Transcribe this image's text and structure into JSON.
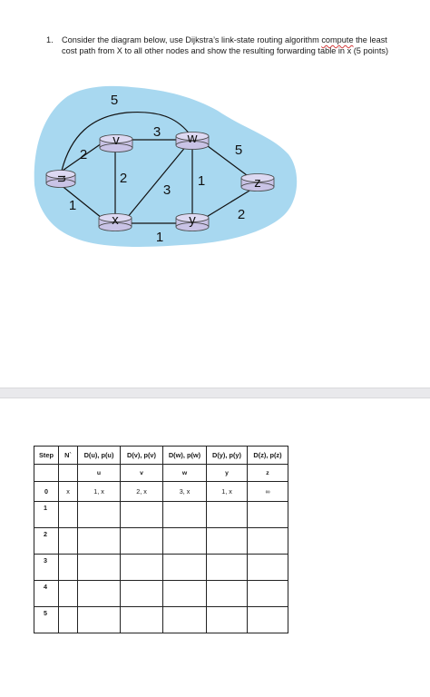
{
  "question": {
    "number": "1.",
    "line1_before": "Consider the diagram below, use Dijkstra’s link-state routing algorithm ",
    "line1_flag": "compute",
    "line1_after": " the least",
    "line2": "cost path from X to all other nodes and show the resulting forwarding table in x (5 points)"
  },
  "diagram": {
    "cloud_color": "#a8d8f0",
    "router_color": "#c9c3e6",
    "nodes": [
      {
        "id": "u",
        "label": "u"
      },
      {
        "id": "v",
        "label": "v"
      },
      {
        "id": "w",
        "label": "w"
      },
      {
        "id": "x",
        "label": "x"
      },
      {
        "id": "y",
        "label": "y"
      },
      {
        "id": "z",
        "label": "z"
      }
    ],
    "links": [
      {
        "from": "u",
        "to": "w",
        "cost": "5"
      },
      {
        "from": "u",
        "to": "v",
        "cost": "2"
      },
      {
        "from": "u",
        "to": "x",
        "cost": "1"
      },
      {
        "from": "v",
        "to": "w",
        "cost": "3"
      },
      {
        "from": "v",
        "to": "x",
        "cost": "2"
      },
      {
        "from": "w",
        "to": "x",
        "cost": "3"
      },
      {
        "from": "w",
        "to": "y",
        "cost": "1"
      },
      {
        "from": "w",
        "to": "z",
        "cost": "5"
      },
      {
        "from": "x",
        "to": "y",
        "cost": "1"
      },
      {
        "from": "y",
        "to": "z",
        "cost": "2"
      }
    ]
  },
  "table": {
    "headers": [
      "Step",
      "N`",
      "D(u), p(u)",
      "D(v), p(v)",
      "D(w), p(w)",
      "D(y), p(y)",
      "D(z), p(z)"
    ],
    "subheaders": [
      "",
      "",
      "u",
      "v",
      "w",
      "y",
      "z"
    ],
    "rows": [
      [
        "0",
        "x",
        "1, x",
        "2, x",
        "3, x",
        "1, x",
        "∞"
      ],
      [
        "1",
        "",
        "",
        "",
        "",
        "",
        ""
      ],
      [
        "2",
        "",
        "",
        "",
        "",
        "",
        ""
      ],
      [
        "3",
        "",
        "",
        "",
        "",
        "",
        ""
      ],
      [
        "4",
        "",
        "",
        "",
        "",
        "",
        ""
      ],
      [
        "5",
        "",
        "",
        "",
        "",
        "",
        ""
      ]
    ]
  }
}
